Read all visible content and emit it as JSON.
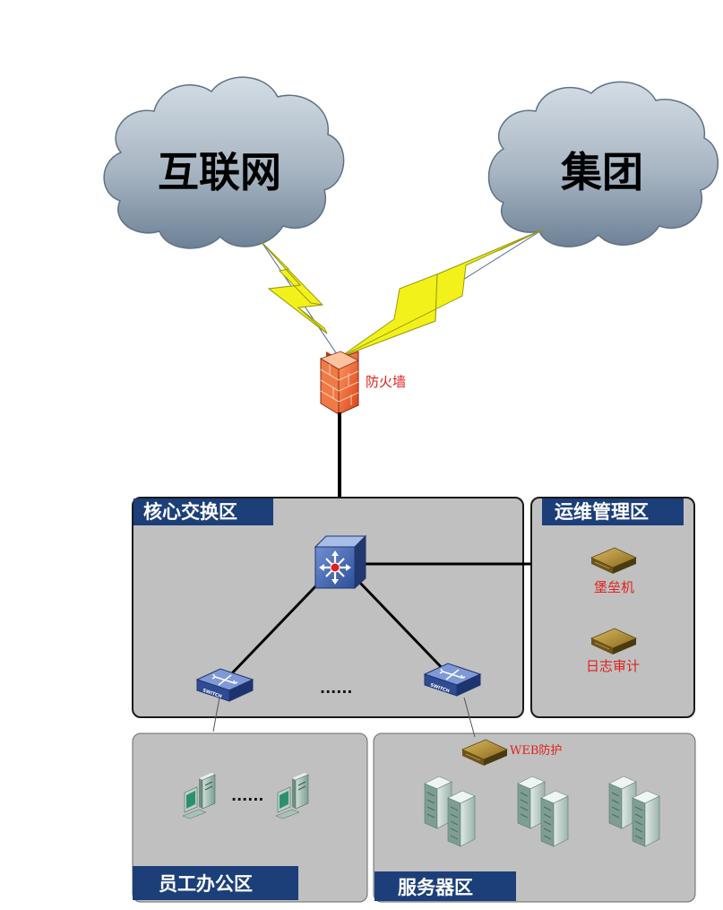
{
  "clouds": {
    "internet": "互联网",
    "group": "集团"
  },
  "firewall": {
    "label": "防火墙"
  },
  "zones": {
    "core": {
      "title": "核心交换区",
      "ellipsis": "......"
    },
    "ops": {
      "title": "运维管理区",
      "devices": [
        {
          "label": "堡垒机"
        },
        {
          "label": "日志审计"
        }
      ]
    },
    "office": {
      "title": "员工办公区",
      "ellipsis": "......"
    },
    "server": {
      "title": "服务器区",
      "web_protect_label": "WEB防护"
    }
  },
  "icons": {
    "switch_text": "SWITCH"
  },
  "colors": {
    "zone_fill": "#c0c0c0",
    "title_bar": "#1c3f7a",
    "label_red": "#e0201c",
    "bolt": "#f2f21a"
  }
}
